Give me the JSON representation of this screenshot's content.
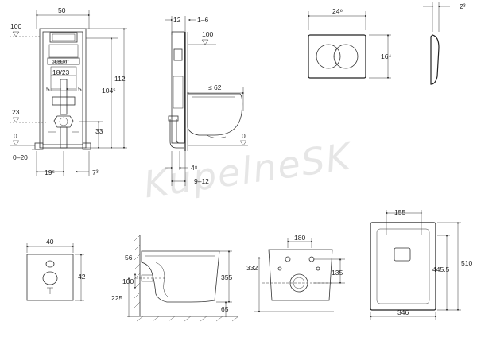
{
  "watermark": "KupelneSK",
  "frame_front": {
    "width": "50",
    "top_level": "100",
    "zero_level": "0",
    "range": "0–20",
    "flush_pos": "18/23",
    "pipe_left": "5",
    "pipe_right": "5",
    "height_23": "23",
    "height_33": "33",
    "height_total": "112",
    "height_1045": "104⁵",
    "bottom_left": "19⁵",
    "bottom_right": "7³",
    "brand": "GEBERIT"
  },
  "frame_side": {
    "top_a": "12",
    "top_b": "1–6",
    "top_level": "100",
    "depth": "≤ 62",
    "zero_level": "0",
    "bottom_a": "4⁸",
    "bottom_b": "9–12"
  },
  "flush_plate": {
    "width": "24⁶",
    "height": "16⁴"
  },
  "plate_side": {
    "thickness": "2³"
  },
  "bottom": {
    "panel_w": "40",
    "panel_h": "42",
    "side_56": "56",
    "side_100": "100",
    "side_225": "225",
    "side_355": "355",
    "side_65": "65",
    "back_180": "180",
    "back_135": "135",
    "back_332": "332",
    "top_155": "155",
    "top_4455": "445.5",
    "top_510": "510",
    "top_346": "346"
  }
}
